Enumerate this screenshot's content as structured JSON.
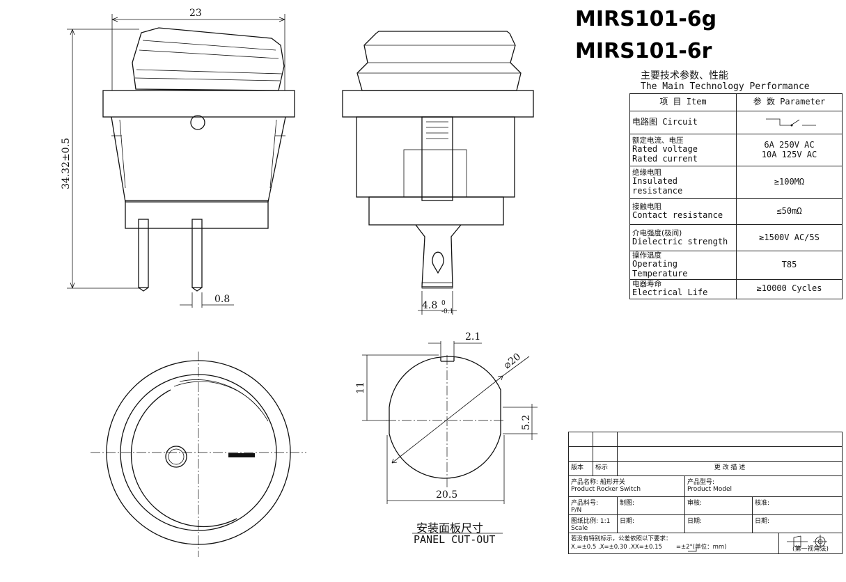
{
  "title": {
    "model_g": "MIRS101-6g",
    "model_r": "MIRS101-6r"
  },
  "dimensions": {
    "width": "23",
    "height": "34.32±0.5",
    "pin_thickness": "0.8",
    "terminal_width": "4.8",
    "terminal_tol": "0",
    "terminal_tol2": "-0.1",
    "key_width": "2.1",
    "diameter": "⌀20",
    "flat_height": "11",
    "key_depth": "5.2",
    "cutout_width": "20.5"
  },
  "panel_cutout": {
    "cn": "安装面板尺寸",
    "en": "PANEL CUT-OUT"
  },
  "specs": {
    "heading_cn": "主要技术参数、性能",
    "heading_en": "The Main Technology Performance",
    "col_item": "项 目  Item",
    "col_param": "参 数 Parameter",
    "rows": [
      {
        "cn": "电路图",
        "en": "Circuit",
        "value": ""
      },
      {
        "cn": "额定电流、电压",
        "en": "Rated voltage",
        "en2": "Rated current",
        "value": "6A 250V AC",
        "value2": "10A 125V AC"
      },
      {
        "cn": "绝缘电阻",
        "en": "Insulated",
        "en2": "resistance",
        "value": "≥100MΩ"
      },
      {
        "cn": "接触电阻",
        "en": "Contact resistance",
        "value": "≤50mΩ"
      },
      {
        "cn": "介电强度(极间)",
        "en": "Dielectric strength",
        "value": "≥1500V AC/5S"
      },
      {
        "cn": "操作温度",
        "en": "Operating Temperature",
        "value": "T85"
      },
      {
        "cn": "电器寿命",
        "en": "Electrical Life",
        "value": "≥10000  Cycles"
      }
    ]
  },
  "title_block": {
    "version": "版本",
    "mark": "标示",
    "change_desc": "更  改  描  述",
    "product_name_label": "产品名称:",
    "product_name_value": "船形开关",
    "product_label_en": "Product",
    "product_value_en": "Rocker Switch",
    "product_model_label": "产品型号:",
    "product_model_en": "Product Model",
    "part_no_label": "产品料号:",
    "part_no_en": "P/N",
    "drawn": "制图:",
    "review": "审核:",
    "approve": "核准:",
    "scale_label": "图纸比例:",
    "scale_value": "1:1",
    "scale_en": "Scale",
    "date": "日期:",
    "tolerance_note": "若没有特别标示，公差依照以下要求：",
    "tolerance_values": "X.=±0.5   .X=±0.30   .XX=±0.15",
    "angle_tol": "=±2°(单位：mm)",
    "projection": "(第一视角法)"
  }
}
